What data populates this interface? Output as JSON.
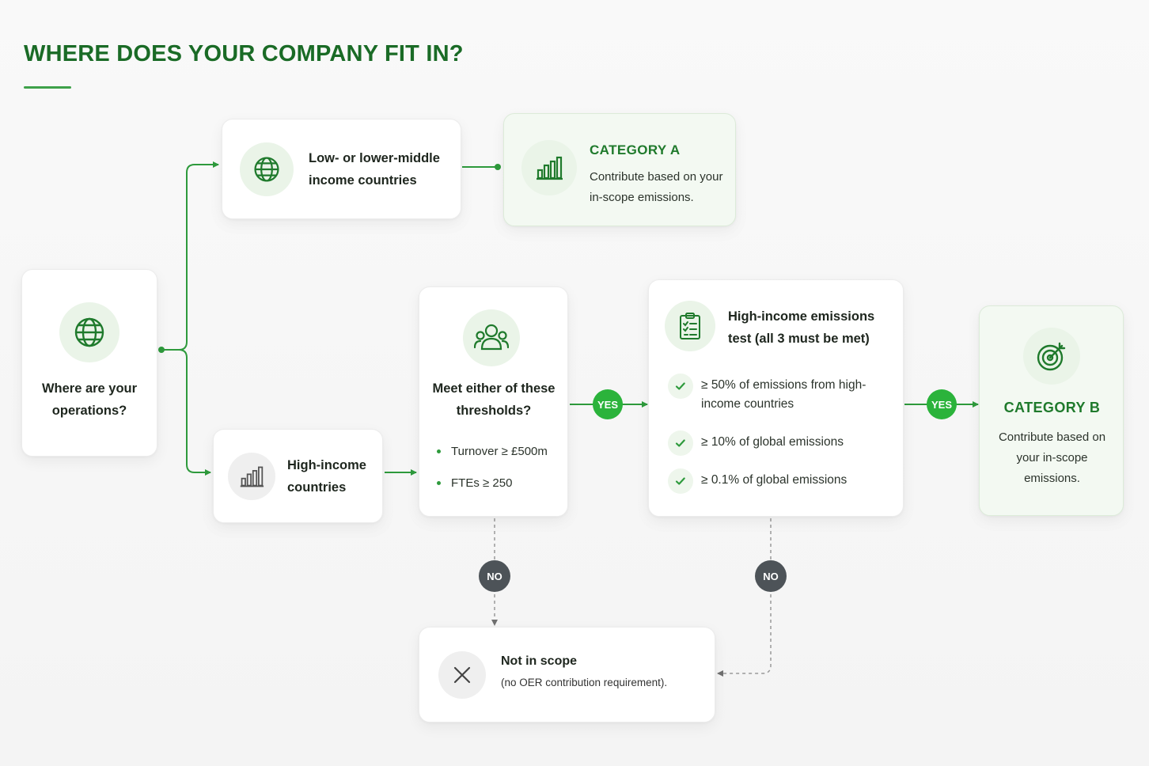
{
  "title": "WHERE DOES YOUR COMPANY FIT IN?",
  "start": {
    "label": "Where are your operations?",
    "icon": "globe-icon"
  },
  "low_income": {
    "label": "Low- or lower-middle income countries",
    "icon": "globe-icon"
  },
  "category_a": {
    "title": "CATEGORY A",
    "description": "Contribute based on your in-scope emissions.",
    "icon": "bar-chart-icon"
  },
  "high_income": {
    "label": "High-income countries",
    "icon": "bar-chart-icon"
  },
  "thresholds": {
    "question": "Meet either of these thresholds?",
    "icon": "people-icon",
    "items": [
      "Turnover ≥ £500m",
      "FTEs ≥ 250"
    ]
  },
  "emissions_test": {
    "title": "High-income emissions test (all 3 must be met)",
    "icon": "clipboard-checklist-icon",
    "criteria": [
      "≥ 50% of emissions from high-income countries",
      "≥ 10% of global emissions",
      "≥ 0.1% of global emissions"
    ]
  },
  "category_b": {
    "title": "CATEGORY B",
    "description": "Contribute based on your in-scope emissions.",
    "icon": "target-icon"
  },
  "not_in_scope": {
    "title": "Not in scope",
    "description": "(no OER contribution requirement).",
    "icon": "close-icon"
  },
  "labels": {
    "yes": "YES",
    "no": "NO"
  },
  "colors": {
    "accent": "#1a6b26",
    "yes": "#2bb33b",
    "no": "#4d5358",
    "line": "#2e9a3c",
    "dashed": "#9a9a9a"
  }
}
